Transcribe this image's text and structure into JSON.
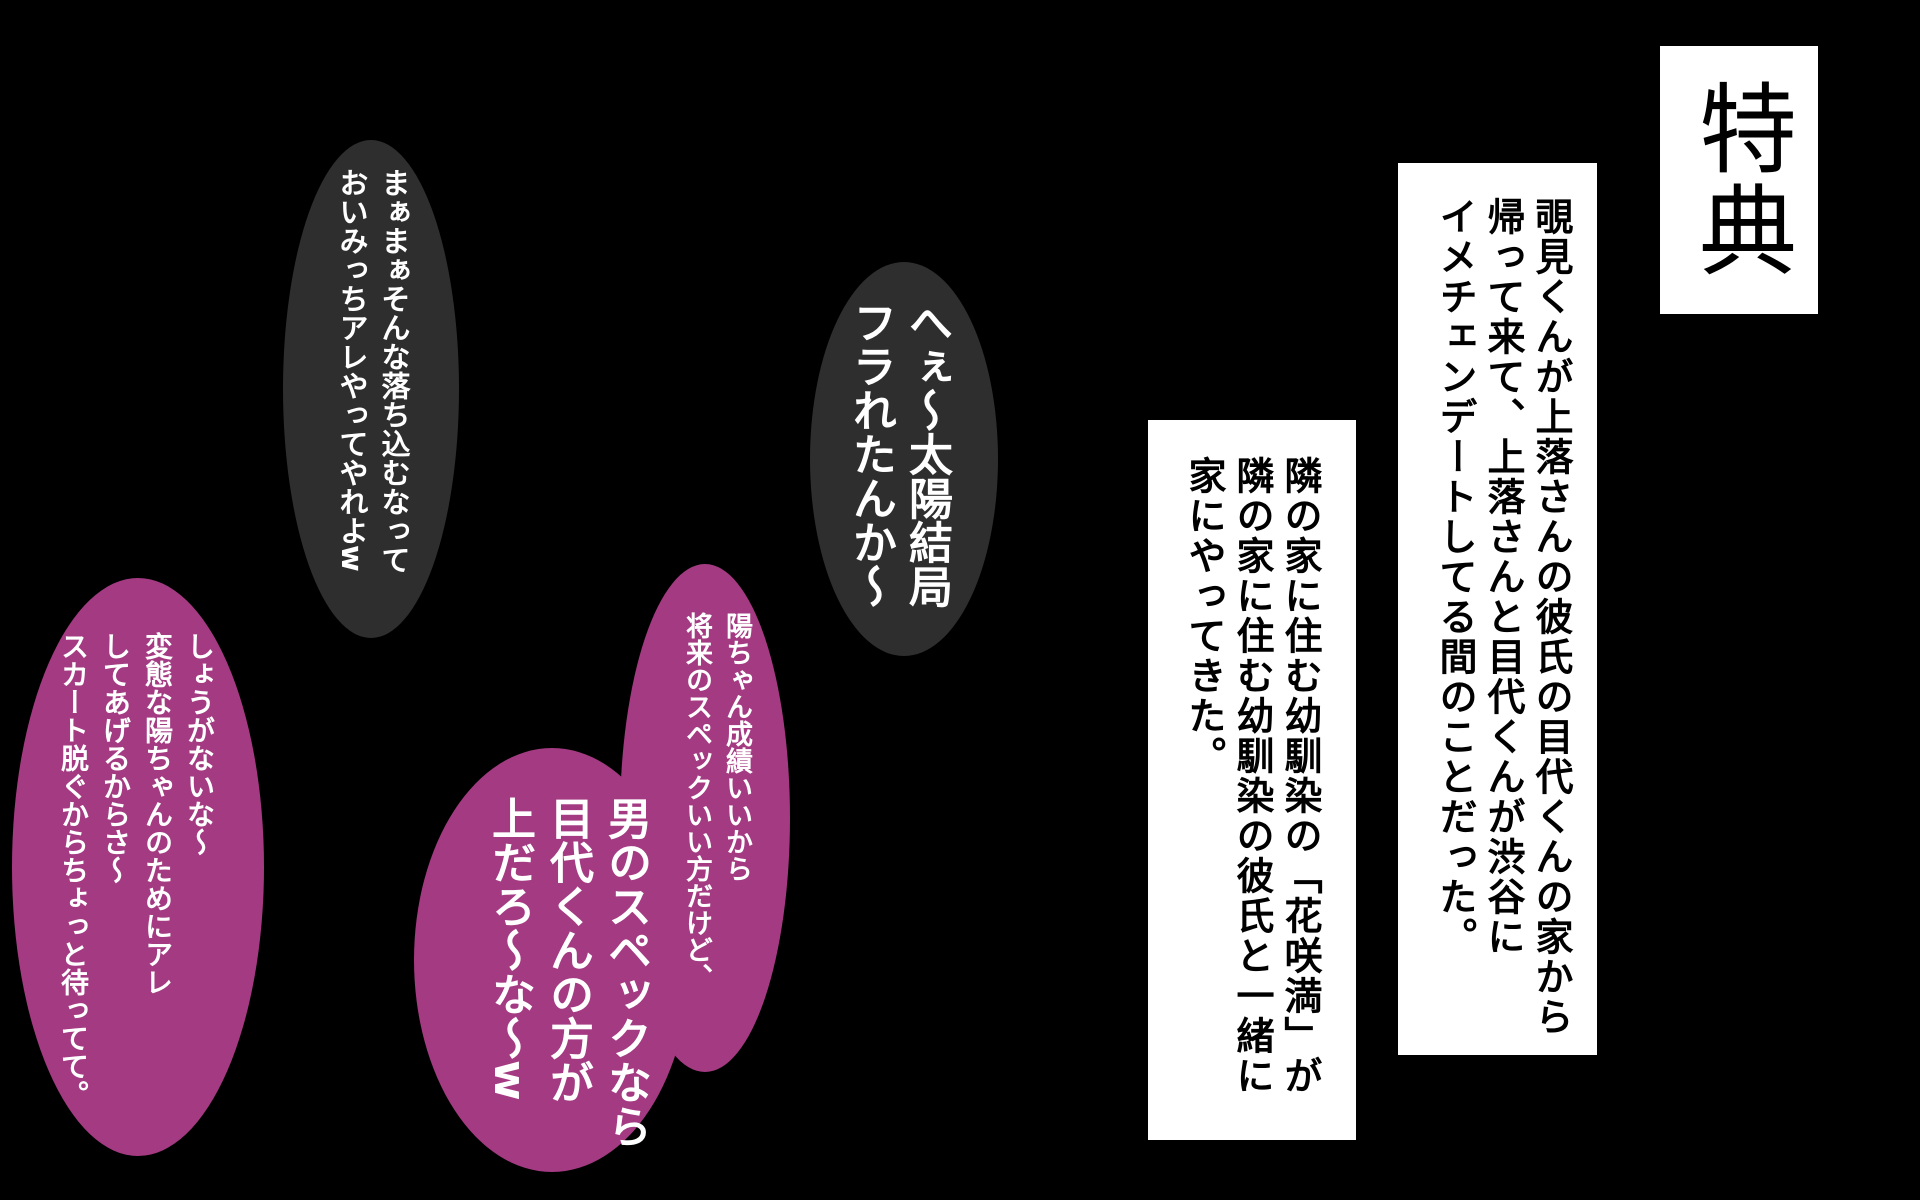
{
  "title": "特典",
  "narration": {
    "box1": "覗見くんが上落さんの彼氏の目代くんの家から\n帰って来て、上落さんと目代くんが渋谷に\nイメチェンデートしてる間のことだった。",
    "box2": "隣の家に住む幼馴染の「花咲満」が\n隣の家に住む幼馴染の彼氏と一緒に\n家にやってきた。"
  },
  "bubbles": {
    "b1": "まぁまぁそんな落ち込むなって\nおいみっちアレやってやれよw",
    "b2": "へぇ～太陽結局\nフラれたんか～",
    "b3": "しょうがないな～\n変態な陽ちゃんのためにアレ\nしてあげるからさ～\nスカート脱ぐからちょっと待ってて。",
    "b4": "陽ちゃん成績いいから\n将来のスペックいい方だけど、",
    "b5": "男のスペックなら\n目代くんの方が\n上だろ～な～w"
  },
  "colors": {
    "background": "#000000",
    "bubble_gray": "#2e2e2e",
    "bubble_purple": "#a33a82",
    "box": "#ffffff"
  }
}
